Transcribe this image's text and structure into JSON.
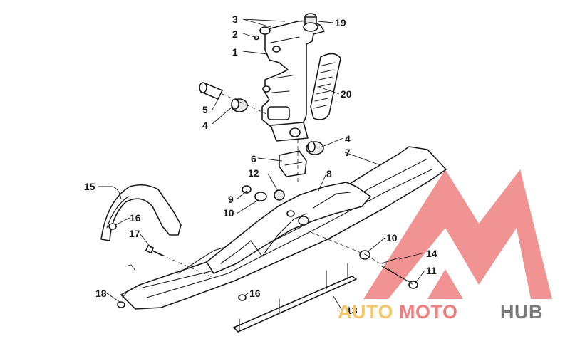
{
  "callouts": [
    {
      "id": "c1",
      "label": "1"
    },
    {
      "id": "c2",
      "label": "2"
    },
    {
      "id": "c3",
      "label": "3"
    },
    {
      "id": "c4a",
      "label": "4"
    },
    {
      "id": "c4b",
      "label": "4"
    },
    {
      "id": "c5",
      "label": "5"
    },
    {
      "id": "c6",
      "label": "6"
    },
    {
      "id": "c7",
      "label": "7"
    },
    {
      "id": "c8",
      "label": "8"
    },
    {
      "id": "c9",
      "label": "9"
    },
    {
      "id": "c10a",
      "label": "10"
    },
    {
      "id": "c10b",
      "label": "10"
    },
    {
      "id": "c11",
      "label": "11"
    },
    {
      "id": "c12",
      "label": "12"
    },
    {
      "id": "c13",
      "label": "13"
    },
    {
      "id": "c14",
      "label": "14"
    },
    {
      "id": "c15",
      "label": "15"
    },
    {
      "id": "c16a",
      "label": "16"
    },
    {
      "id": "c16b",
      "label": "16"
    },
    {
      "id": "c17",
      "label": "17"
    },
    {
      "id": "c18",
      "label": "18"
    },
    {
      "id": "c19",
      "label": "19"
    },
    {
      "id": "c20",
      "label": "20"
    }
  ],
  "watermark": {
    "part1": "AUTO",
    "part2": "MOTO",
    "part3": "HUB",
    "colors": {
      "accent": "#f08080",
      "gold": "#f2c66d",
      "gray": "#7a7a7a"
    }
  }
}
